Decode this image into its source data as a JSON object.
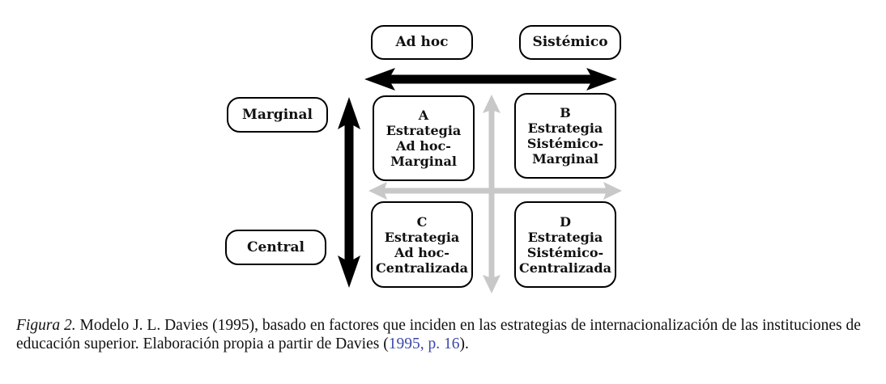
{
  "diagram": {
    "top_labels": [
      "Ad hoc",
      "Sistémico"
    ],
    "side_labels": [
      "Marginal",
      "Central"
    ],
    "quadrants": [
      {
        "letter": "A",
        "lines": [
          "Estrategia",
          "Ad hoc-",
          "Marginal"
        ]
      },
      {
        "letter": "B",
        "lines": [
          "Estrategia",
          "Sistémico-",
          "Marginal"
        ]
      },
      {
        "letter": "C",
        "lines": [
          "Estrategia",
          "Ad hoc-",
          "Centralizada"
        ]
      },
      {
        "letter": "D",
        "lines": [
          "Estrategia",
          "Sistémico-",
          "Centralizada"
        ]
      }
    ],
    "colors": {
      "main_arrow": "#000000",
      "secondary_arrow": "#c8c8c8",
      "link": "#3a48a8"
    }
  },
  "caption": {
    "label": "Figura 2.",
    "text": " Modelo J. L. Davies (1995), basado en factores que inciden en las estrategias de internacionalización de las instituciones de educación superior. Elaboración propia a partir de Davies (",
    "link": "1995, p. 16",
    "end": ")."
  }
}
